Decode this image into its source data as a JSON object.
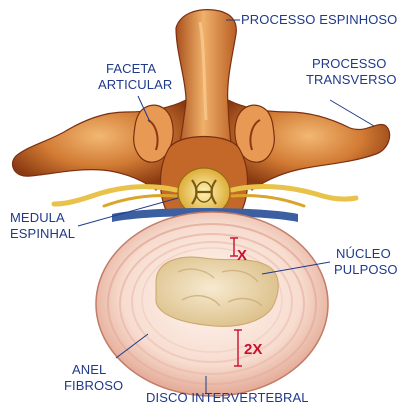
{
  "labels": {
    "processo_espinhoso": "PROCESSO ESPINHOSO",
    "faceta_articular_1": "FACETA",
    "faceta_articular_2": "ARTICULAR",
    "processo_transverso_1": "PROCESSO",
    "processo_transverso_2": "TRANSVERSO",
    "medula_espinhal_1": "MEDULA",
    "medula_espinhal_2": "ESPINHAL",
    "nucleo_pulposo_1": "NÚCLEO",
    "nucleo_pulposo_2": "PULPOSO",
    "anel_fibroso_1": "ANEL",
    "anel_fibroso_2": "FIBROSO",
    "disco_intervertebral": "DISCO INTERVERTEBRAL"
  },
  "measurements": {
    "upper": "X",
    "lower": "2X"
  },
  "colors": {
    "label_text": "#1f3a8a",
    "leader_line": "#1f3a8a",
    "measure_mark": "#c8102e",
    "bone_light": "#e8a25a",
    "bone_mid": "#c86a2a",
    "bone_dark": "#8a3a12",
    "disc_ring_light": "#fbeee6",
    "disc_ring_dark": "#e9b9a8",
    "nucleus": "#efdcb0",
    "spinal_cord": "#f3d36a",
    "nerve": "#e8c24a"
  }
}
